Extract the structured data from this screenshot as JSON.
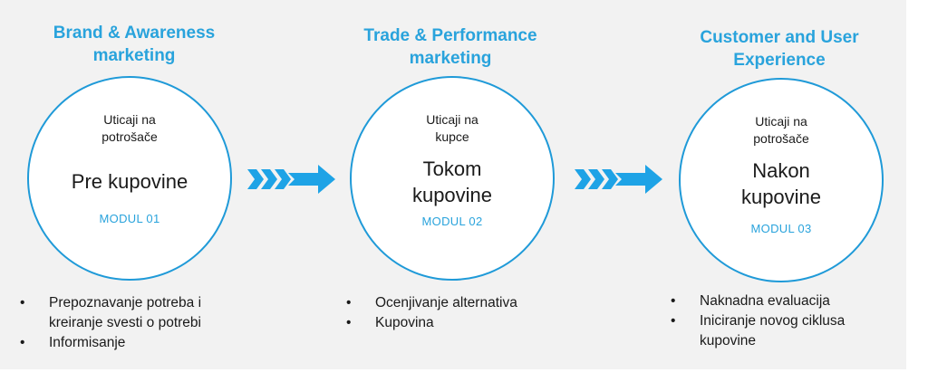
{
  "stages": [
    {
      "title_line1": "Brand & Awareness",
      "title_line2": "marketing",
      "influence_line1": "Uticaji na",
      "influence_line2": "potrošače",
      "phase_line1": "Pre kupovine",
      "phase_line2": "",
      "module": "MODUL 01",
      "bullets": [
        "Prepoznavanje potreba i",
        "kreiranje svesti o potrebi",
        "Informisanje"
      ]
    },
    {
      "title_line1": "Trade & Performance",
      "title_line2": "marketing",
      "influence_line1": "Uticaji na",
      "influence_line2": "kupce",
      "phase_line1": "Tokom",
      "phase_line2": "kupovine",
      "module": "MODUL 02",
      "bullets": [
        "Ocenjivanje alternativa",
        "Kupovina"
      ]
    },
    {
      "title_line1": "Customer and User",
      "title_line2": "Experience",
      "influence_line1": "Uticaji na",
      "influence_line2": "potrošače",
      "phase_line1": "Nakon",
      "phase_line2": "kupovine",
      "module": "MODUL 03",
      "bullets": [
        "Naknadna evaluacija",
        "Iniciranje novog ciklusa",
        "kupovine"
      ]
    }
  ],
  "bullet_symbol": "•",
  "colors": {
    "accent": "#29a3dc",
    "circle_border": "#1f9ad8",
    "arrow": "#1ea3e6",
    "panel": "#f2f2f2",
    "text": "#1a1a1a"
  }
}
